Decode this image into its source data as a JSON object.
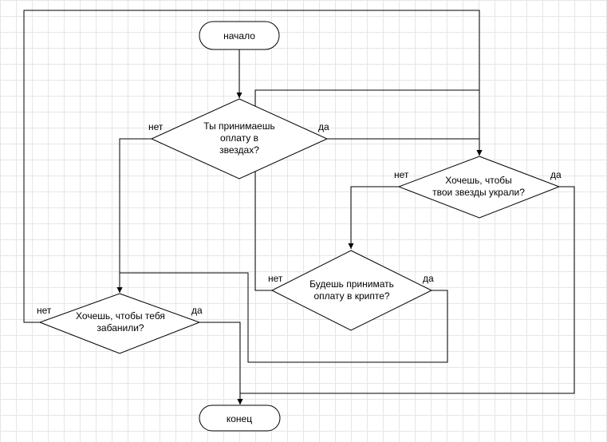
{
  "diagram": {
    "start": "начало",
    "end": "конец",
    "q1": [
      "Ты принимаешь",
      "оплату в",
      "звездах?"
    ],
    "q2": [
      "Хочешь, чтобы",
      "твои звезды украли?"
    ],
    "q3": [
      "Будешь принимать",
      "оплату в крипте?"
    ],
    "q4": [
      "Хочешь, чтобы тебя",
      "забанили?"
    ],
    "yes": "да",
    "no": "нет"
  }
}
